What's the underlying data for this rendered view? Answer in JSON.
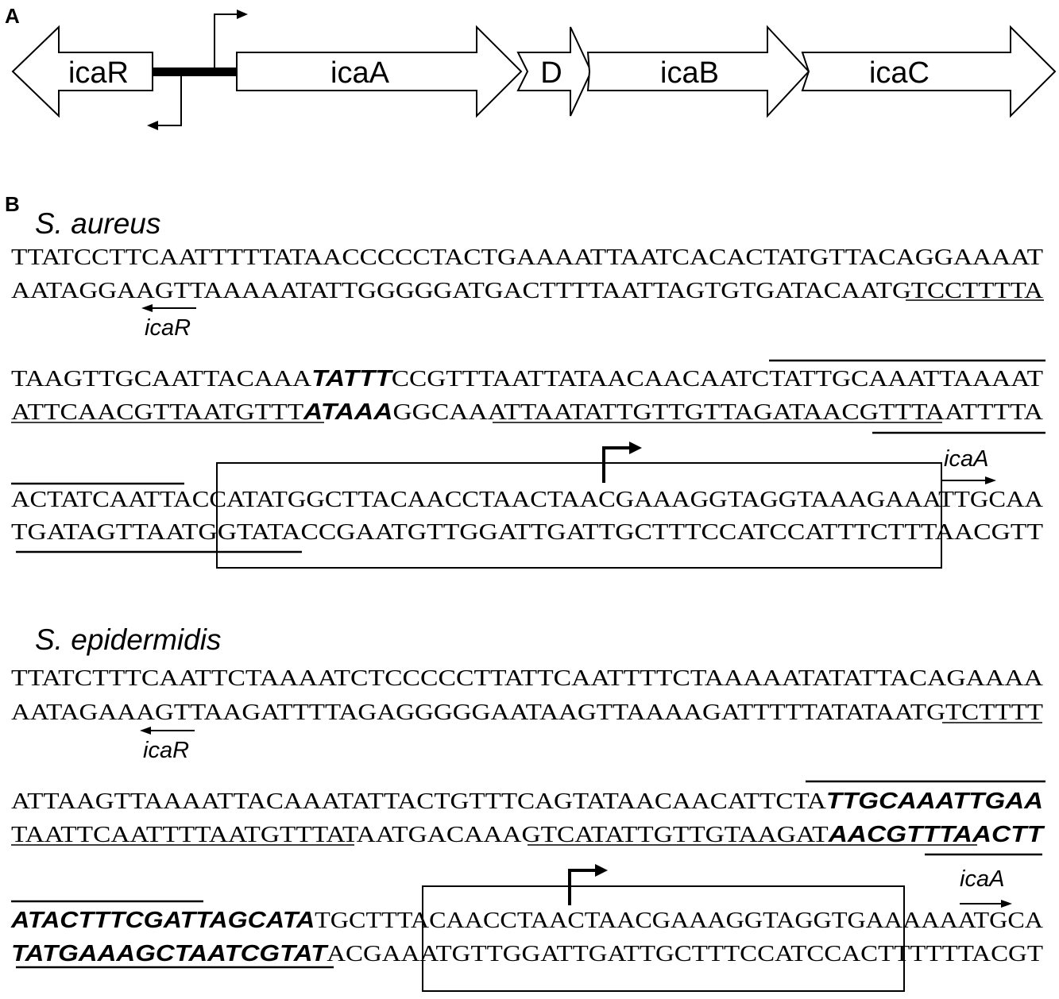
{
  "panel_a": {
    "label": "A",
    "genes": {
      "icaR": "icaR",
      "icaA": "icaA",
      "icaD": "D",
      "icaB": "icaB",
      "icaC": "icaC"
    }
  },
  "panel_b": {
    "label": "B",
    "aureus": {
      "species": "S. aureus",
      "line1": "TTATCCTTCAATTTTTATAACCCCCTACTGAAAATTAATCACACTATGTTACAGGAAAAT",
      "line2": [
        {
          "t": "AATAGGAAGTTAAAAATATTGGGGGATGACTTTTAATTAGTGTGATACAATG"
        },
        {
          "t": "TCCTTTTA"
        }
      ],
      "icaR_label": "icaR",
      "line3": [
        {
          "t": "TAAGTTGCAATTACAAA"
        },
        {
          "t": "TATTT",
          "bold": true
        },
        {
          "t": "CCGTTTAATTATAACAACAATC"
        },
        {
          "t": "TATTGCAAATTAAAAT"
        }
      ],
      "line4": [
        {
          "t": "ATTCAACGTTAATGTTT"
        },
        {
          "t": "ATAAA",
          "bold": true
        },
        {
          "t": "GGCAAA"
        },
        {
          "t": "TTAATATTGTTGTTAGATAACGTTTA"
        },
        {
          "t": "ATTTTA"
        }
      ],
      "icaA_label": "icaA",
      "line5": [
        {
          "t": "ACTATCAATTAC"
        },
        {
          "t": "CATATGGCTTACAACCTAACTAACGAAAGGTAGGTAAAGAAA"
        },
        {
          "t": "TTGCAA"
        }
      ],
      "line6": [
        {
          "t": "TGATAGTTAATG"
        },
        {
          "t": "GTATACCGAATGTTGGATTGATTGCTTTCCATCCATTTCTTT"
        },
        {
          "t": "AACGTT"
        }
      ]
    },
    "epidermidis": {
      "species": "S. epidermidis",
      "line1": "TTATCTTTCAATTCTAAAATCTCCCCCTTATTCAATTTTCTAAAAATATATTACAGAAAA",
      "line2": [
        {
          "t": "AATAGAAAGTTAAGATTTTAGAGGGGGAATAAGTTAAAAGATTTTTATATAATG"
        },
        {
          "t": "TCTTTT"
        }
      ],
      "icaR_label": "icaR",
      "line3": [
        {
          "t": "ATTAAGTTAAAATTACAAATATTACTGTTTCAGTATAACAACATTCTA"
        },
        {
          "t": "TTGCAAATTGAA",
          "bold": true
        }
      ],
      "line4": [
        {
          "t": "TAATTCAATTTTAATGTTTA"
        },
        {
          "t": "TAATGACAAA"
        },
        {
          "t": "GTCATATTGTTGTAAGAT"
        },
        {
          "t": "AACGTTTAACTT",
          "bold": true
        }
      ],
      "icaA_label": "icaA",
      "line5": [
        {
          "t": "ATACTTTCGATTAGCATA",
          "bold": true
        },
        {
          "t": "TGCTTT"
        },
        {
          "t": "ACAACCTAACTAACGAAAGGTAGGTGAA"
        },
        {
          "t": "AAAATGCA"
        }
      ],
      "line6": [
        {
          "t": "TATGAAAGCTAATCGTAT",
          "bold": true
        },
        {
          "t": "ACGAAA"
        },
        {
          "t": "TGTTGGATTGATTGCTTTCCATCCACTT"
        },
        {
          "t": "TTTTACGT"
        }
      ]
    }
  }
}
